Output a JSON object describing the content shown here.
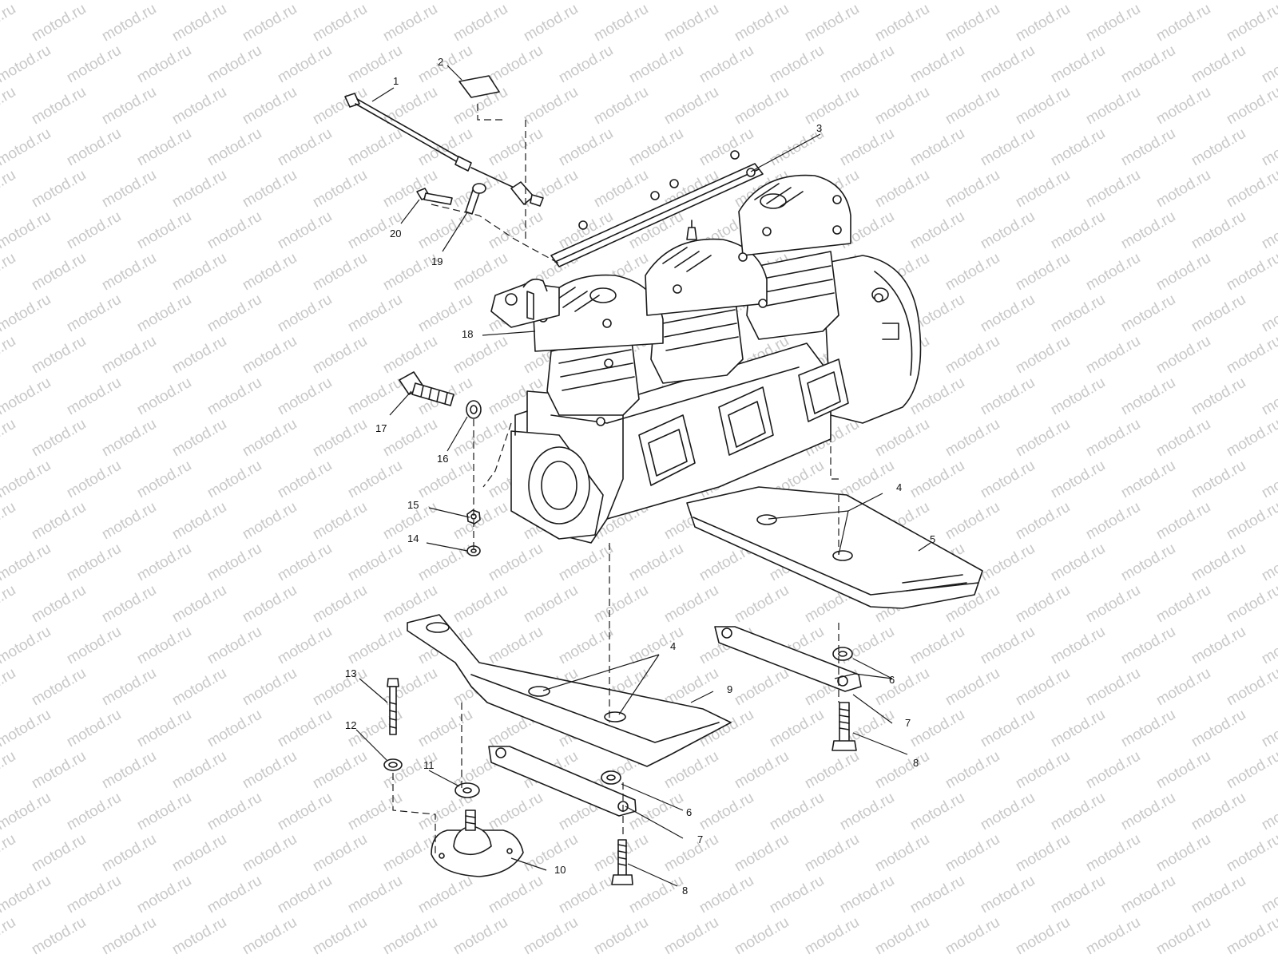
{
  "watermark": {
    "text": "motod.ru",
    "color": "#c8c8c8"
  },
  "colors": {
    "line": "#1a1a1a",
    "background": "#ffffff"
  },
  "callouts": [
    {
      "id": "c1",
      "text": "1"
    },
    {
      "id": "c2",
      "text": "2"
    },
    {
      "id": "c3",
      "text": "3"
    },
    {
      "id": "c4a",
      "text": "4"
    },
    {
      "id": "c4b",
      "text": "4"
    },
    {
      "id": "c5",
      "text": "5"
    },
    {
      "id": "c6a",
      "text": "6"
    },
    {
      "id": "c6b",
      "text": "6"
    },
    {
      "id": "c7a",
      "text": "7"
    },
    {
      "id": "c7b",
      "text": "7"
    },
    {
      "id": "c8a",
      "text": "8"
    },
    {
      "id": "c8b",
      "text": "8"
    },
    {
      "id": "c9",
      "text": "9"
    },
    {
      "id": "c10",
      "text": "10"
    },
    {
      "id": "c11",
      "text": "11"
    },
    {
      "id": "c12",
      "text": "12"
    },
    {
      "id": "c13",
      "text": "13"
    },
    {
      "id": "c14",
      "text": "14"
    },
    {
      "id": "c15",
      "text": "15"
    },
    {
      "id": "c16",
      "text": "16"
    },
    {
      "id": "c17",
      "text": "17"
    },
    {
      "id": "c18",
      "text": "18"
    },
    {
      "id": "c19",
      "text": "19"
    },
    {
      "id": "c20",
      "text": "20"
    }
  ]
}
